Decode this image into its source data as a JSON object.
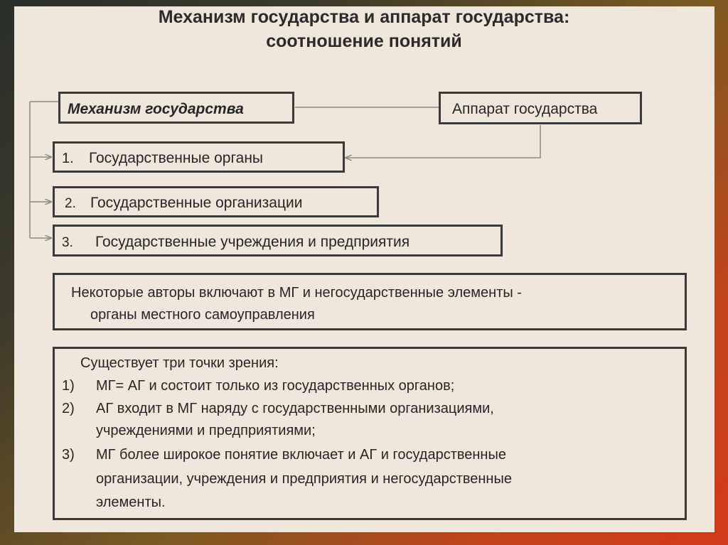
{
  "title": {
    "line1": "Механизм государства и аппарат государства:",
    "line2": "соотношение понятий"
  },
  "boxes": {
    "mechanism": "Механизм государства",
    "apparatus": "Аппарат государства"
  },
  "items": [
    {
      "num": "1.",
      "text": "Государственные органы"
    },
    {
      "num": "2.",
      "text": "Государственные организации"
    },
    {
      "num": "3.",
      "text": "Государственные  учреждения и предприятия"
    }
  ],
  "note": {
    "line1": "Некоторые авторы включают  в МГ и негосударственные элементы  -",
    "line2": "органы местного самоуправления"
  },
  "views": {
    "intro": "Существует три точки зрения:",
    "points": [
      {
        "num": "1)",
        "lines": [
          "МГ= АГ и состоит только из государственных органов;"
        ]
      },
      {
        "num": "2)",
        "lines": [
          "АГ входит  в МГ наряду с  государственными организациями,",
          "учреждениями  и предприятиями;"
        ]
      },
      {
        "num": "3)",
        "lines": [
          "МГ более широкое понятие включает и АГ и государственные",
          "организации, учреждения и предприятия и негосударственные",
          "элементы."
        ]
      }
    ]
  },
  "colors": {
    "slide_bg": "#efe6dc",
    "border": "#3a3a3a",
    "connector": "#8a8a8a"
  }
}
